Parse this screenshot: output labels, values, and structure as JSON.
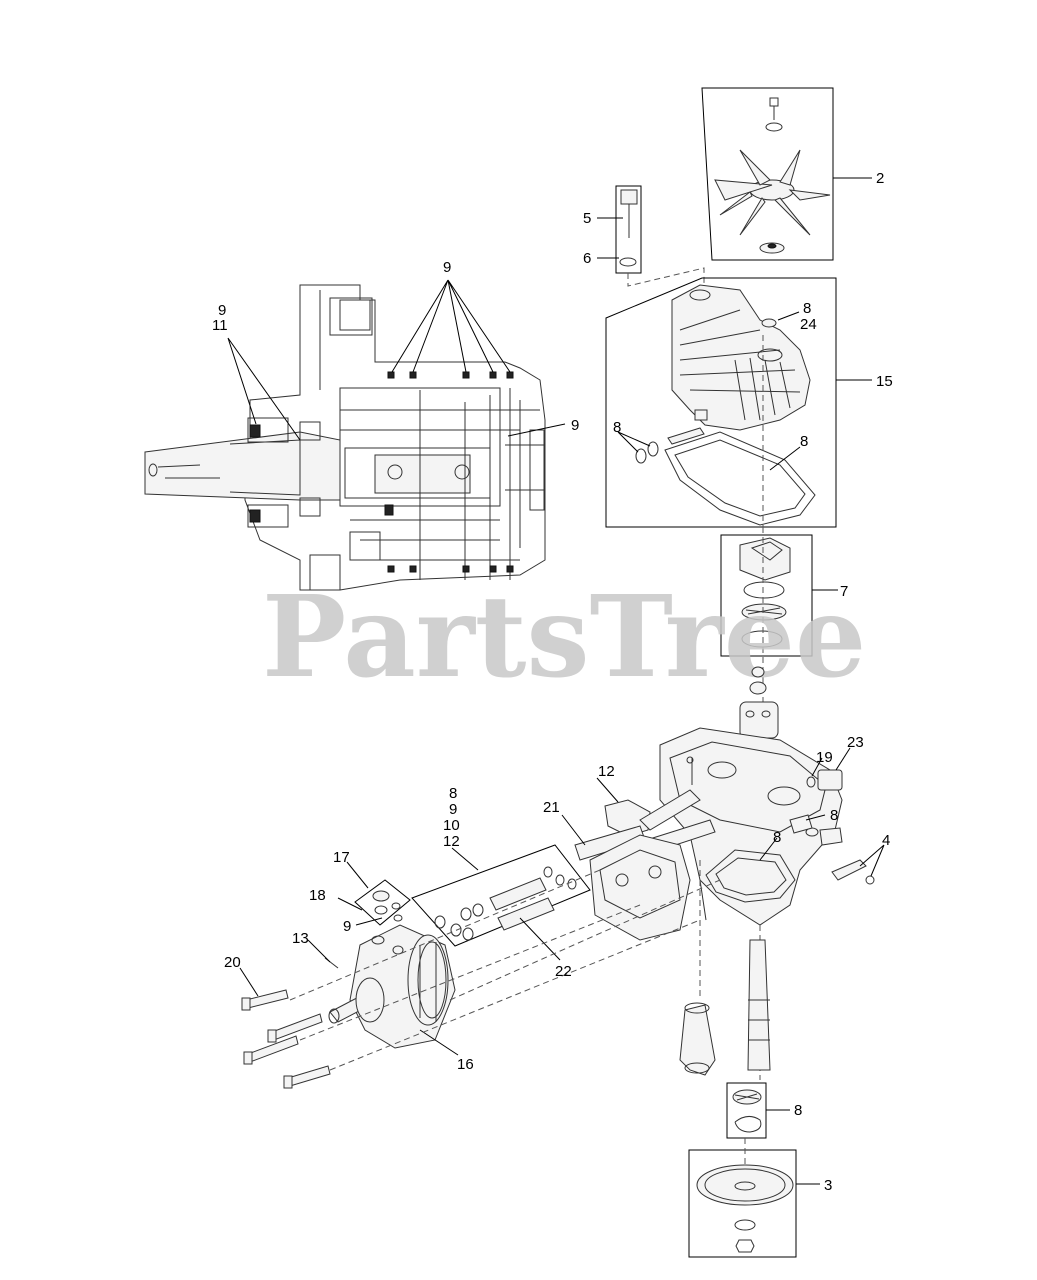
{
  "watermark": "PartsTree",
  "callouts": {
    "c2": "2",
    "c5": "5",
    "c6": "6",
    "c9_top": "9",
    "c9_left": "9",
    "c11_left": "11",
    "c8_cover": "8",
    "c24": "24",
    "c9_right": "9",
    "c15": "15",
    "c8_seal": "8",
    "c8_gasket": "8",
    "c7": "7",
    "c12_bracket": "12",
    "c23": "23",
    "c19": "19",
    "c21": "21",
    "c8_kit": "8",
    "c9_kit": "9",
    "c10_kit": "10",
    "c12_kit": "12",
    "c8_housing": "8",
    "c8_fitting": "8",
    "c4": "4",
    "c17": "17",
    "c18": "18",
    "c9_motor": "9",
    "c13": "13",
    "c20": "20",
    "c22": "22",
    "c16": "16",
    "c8_bearing": "8",
    "c3": "3"
  }
}
